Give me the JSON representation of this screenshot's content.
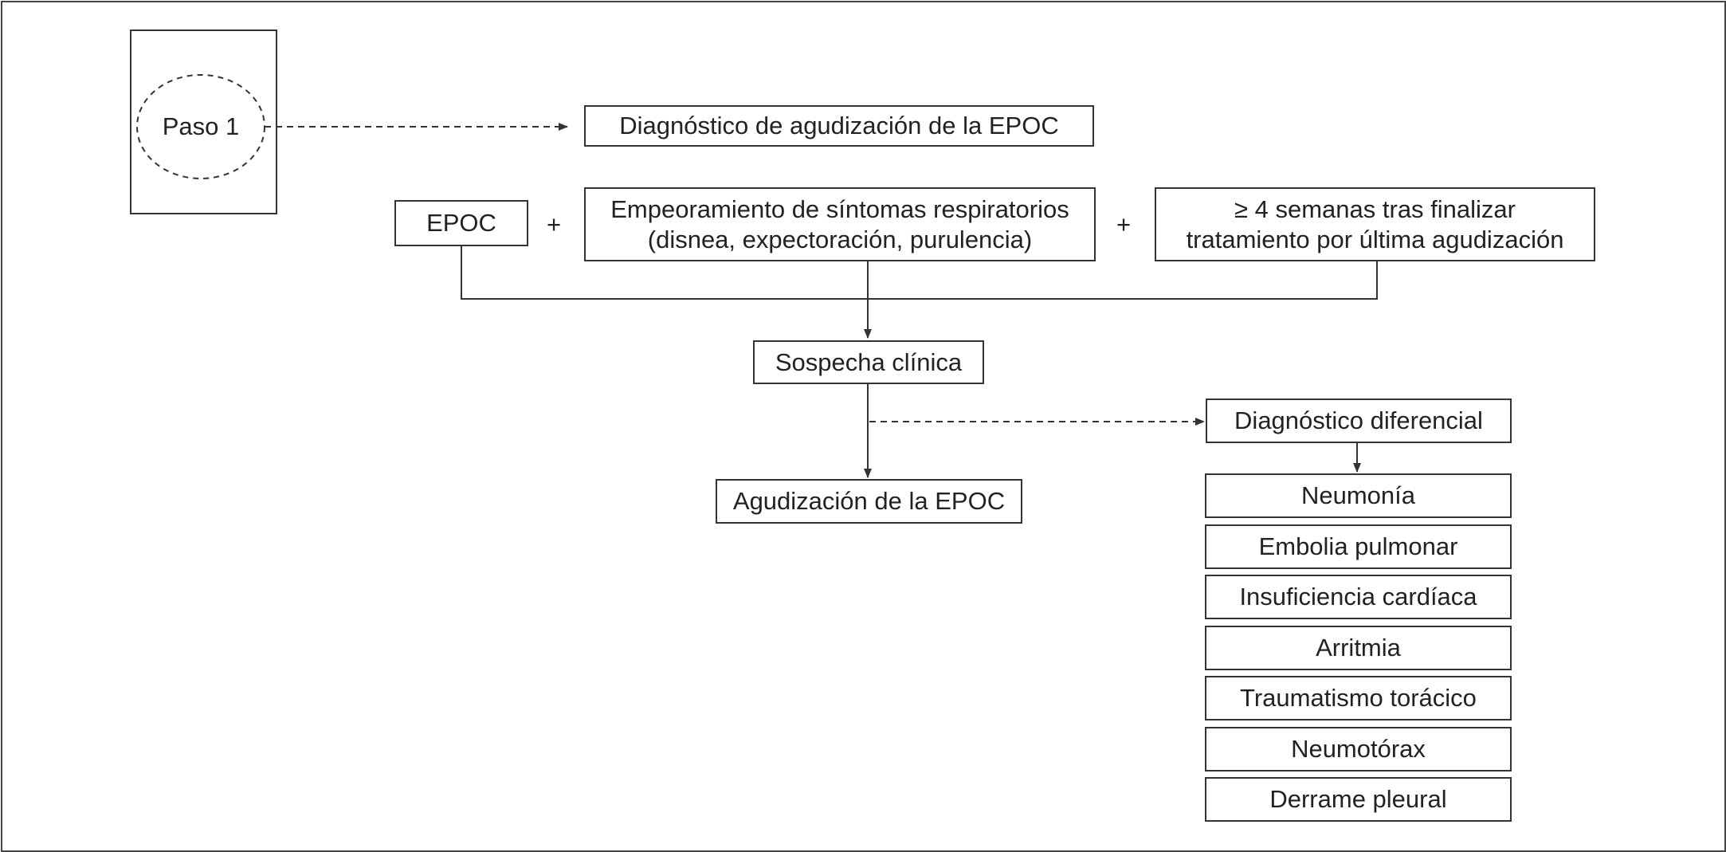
{
  "step_label": "Paso 1",
  "title_box": "Diagnóstico de agudización de la EPOC",
  "criteria": {
    "epoc": "EPOC",
    "plus_1": "+",
    "symptoms_line1": "Empeoramiento de síntomas respiratorios",
    "symptoms_line2": "(disnea, expectoración, purulencia)",
    "plus_2": "+",
    "weeks_line1": "≥ 4 semanas tras finalizar",
    "weeks_line2": "tratamiento por última agudización"
  },
  "suspicion": "Sospecha clínica",
  "result": "Agudización de la EPOC",
  "differential": {
    "title": "Diagnóstico diferencial",
    "items": [
      "Neumonía",
      "Embolia pulmonar",
      "Insuficiencia cardíaca",
      "Arritmia",
      "Traumatismo torácico",
      "Neumotórax",
      "Derrame pleural"
    ]
  }
}
